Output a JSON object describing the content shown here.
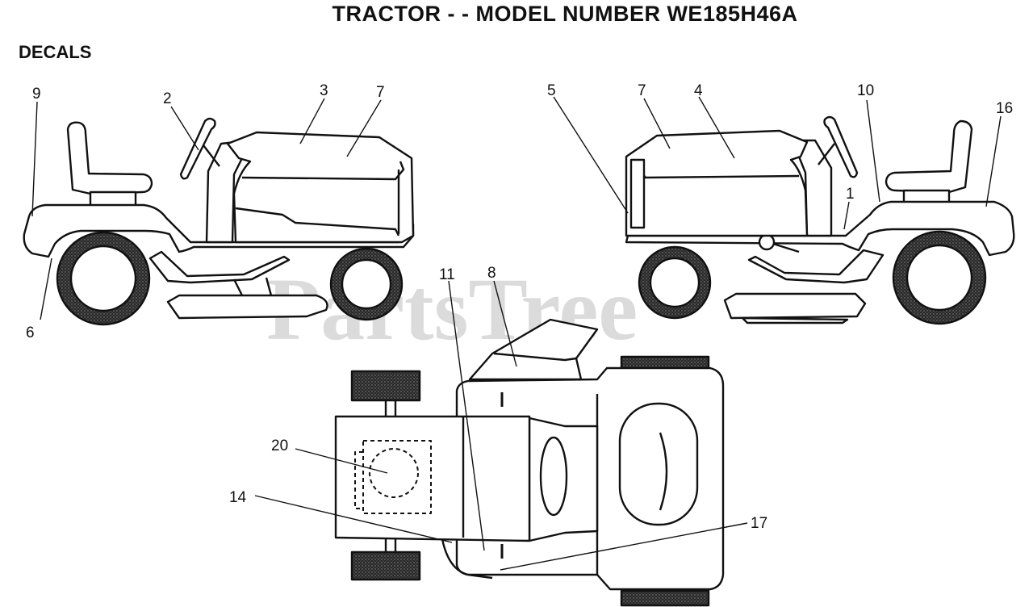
{
  "title": "TRACTOR - - MODEL NUMBER WE185H46A",
  "section": "DECALS",
  "watermark": "PartsTree",
  "callouts": {
    "c1": "1",
    "c2": "2",
    "c3": "3",
    "c4": "4",
    "c5": "5",
    "c6": "6",
    "c7a": "7",
    "c7b": "7",
    "c8": "8",
    "c9": "9",
    "c10": "10",
    "c11": "11",
    "c14": "14",
    "c16": "16",
    "c17": "17",
    "c20": "20"
  },
  "colors": {
    "ink": "#111111",
    "tire": "#3a3a3a",
    "watermark": "#bdbdbd"
  }
}
